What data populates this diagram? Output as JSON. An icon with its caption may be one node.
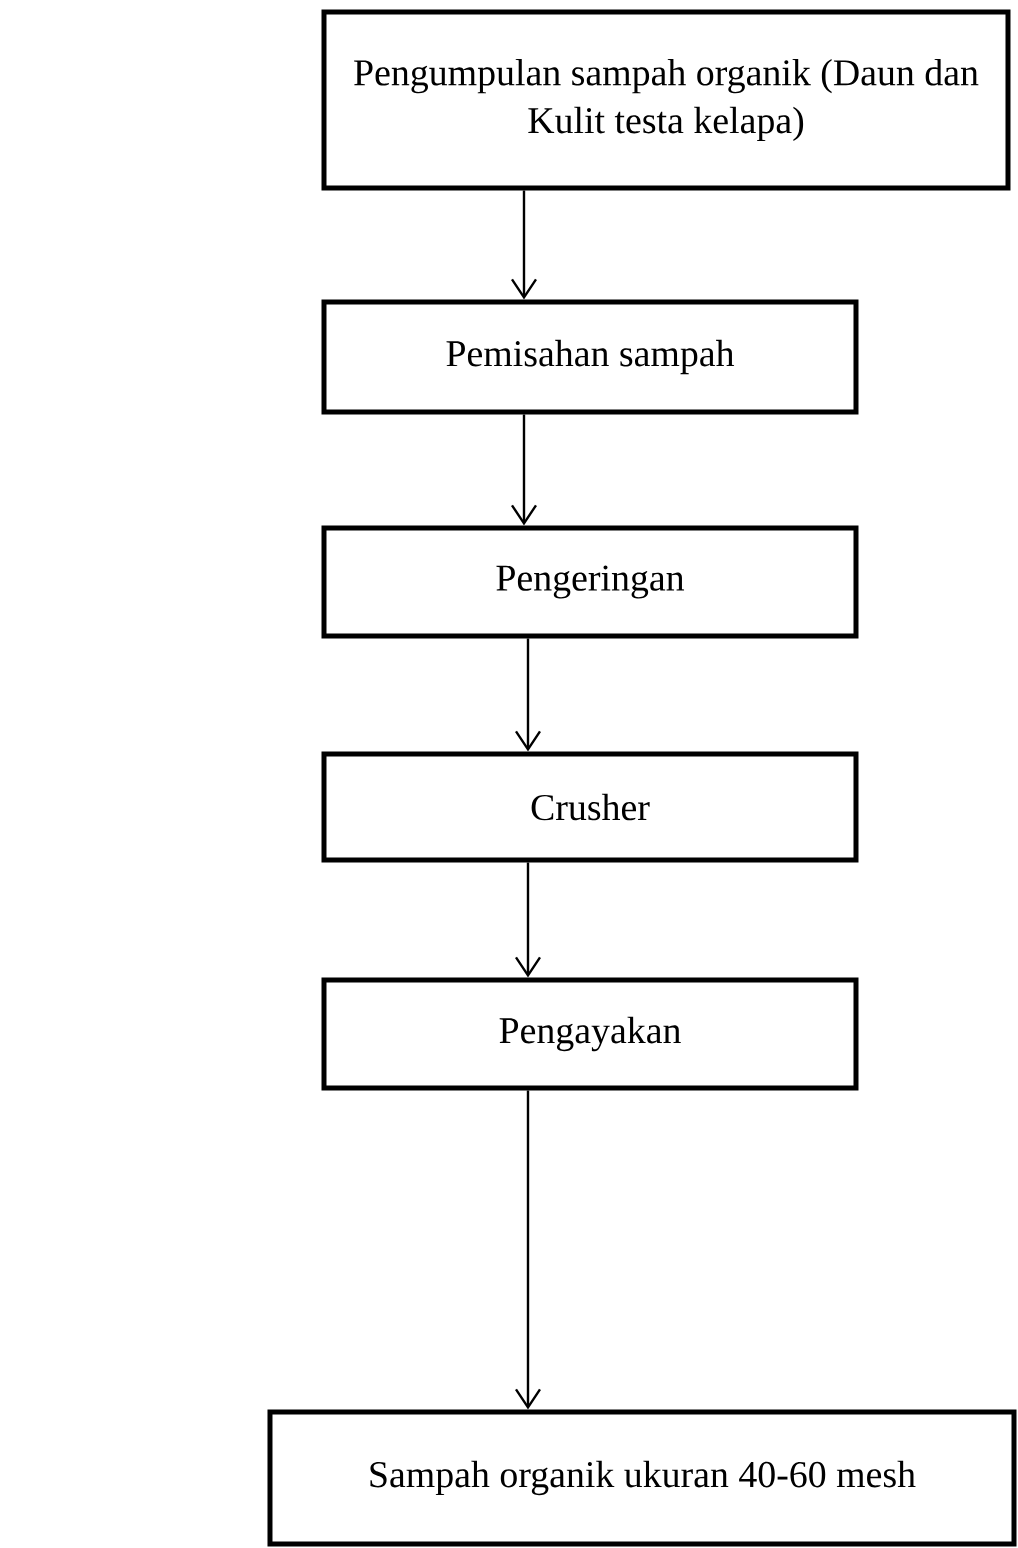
{
  "diagram": {
    "nodes": [
      {
        "text": [
          "Pengumpulan sampah organik (Daun dan Kulit testa kelapa)"
        ]
      },
      {
        "text": [
          "Pemisahan sampah"
        ]
      },
      {
        "text": [
          "Pengeringan"
        ]
      },
      {
        "text": [
          "Crusher"
        ]
      },
      {
        "text": [
          "Pengayakan"
        ]
      },
      {
        "text": [
          "Sampah organik ukuran 40-60 mesh"
        ]
      }
    ],
    "edges": [
      {
        "from": 0,
        "to": 1,
        "arrow": "to"
      },
      {
        "from": 1,
        "to": 2,
        "arrow": "to"
      },
      {
        "from": 2,
        "to": 3,
        "arrow": "to"
      },
      {
        "from": 3,
        "to": 4,
        "arrow": "to"
      },
      {
        "from": 4,
        "to": 5,
        "arrow": "to"
      }
    ]
  }
}
